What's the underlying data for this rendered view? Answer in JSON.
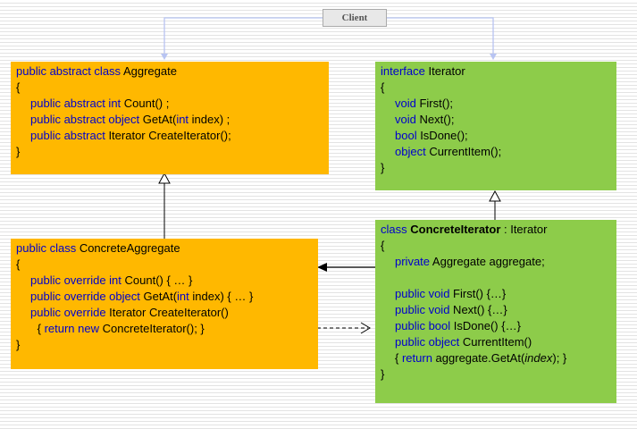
{
  "client": {
    "label": "Client"
  },
  "colors": {
    "aggregate_fill": "#ffb800",
    "iterator_fill": "#8dcc4a",
    "keyword": "#0000cc",
    "client_link": "#b8c4f2"
  },
  "aggregate": {
    "header_kw": "public abstract class",
    "header_name": " Aggregate",
    "open": "{",
    "m1_kw": "public abstract int",
    "m1_rest": " Count() ;",
    "m2_kw": "public abstract object",
    "m2_rest": " GetAt(",
    "m2_kw2": "int",
    "m2_rest2": " index) ;",
    "m3_kw": "public abstract",
    "m3_rest": " Iterator CreateIterator();",
    "close": "}"
  },
  "iterator": {
    "header_kw": "interface",
    "header_name": " Iterator",
    "open": "{",
    "m1_kw": "void",
    "m1_rest": " First();",
    "m2_kw": "void",
    "m2_rest": " Next();",
    "m3_kw": "bool",
    "m3_rest": " IsDone();",
    "m4_kw": "object",
    "m4_rest": " CurrentItem();",
    "close": "}"
  },
  "concrete_aggregate": {
    "header_kw": "public class",
    "header_name": " ConcreteAggregate",
    "open": "{",
    "m1_kw": "public override int",
    "m1_rest": " Count() { … }",
    "m2_kw": "public override object",
    "m2_rest": " GetAt(",
    "m2_kw2": "int",
    "m2_rest2": " index) { … }",
    "m3_kw": "public override",
    "m3_rest": " Iterator CreateIterator()",
    "m4_pre": " { ",
    "m4_kw": "return new",
    "m4_rest": " ConcreteIterator(); }",
    "close": "}"
  },
  "concrete_iterator": {
    "header_kw": "class",
    "header_name": " ConcreteIterator",
    "header_rest": " : Iterator",
    "open": "{",
    "field_kw": "private",
    "field_rest": " Aggregate aggregate;",
    "m1_kw": "public void",
    "m1_rest": " First() {…}",
    "m2_kw": "public void",
    "m2_rest": " Next() {…}",
    "m3_kw": "public bool",
    "m3_rest": " IsDone() {…}",
    "m4_kw": "public object",
    "m4_rest": " CurrentItem()",
    "m5_pre": "{ ",
    "m5_kw": "return",
    "m5_rest": " aggregate.GetAt(",
    "m5_italic": "index",
    "m5_end": "); }",
    "close": "}"
  }
}
